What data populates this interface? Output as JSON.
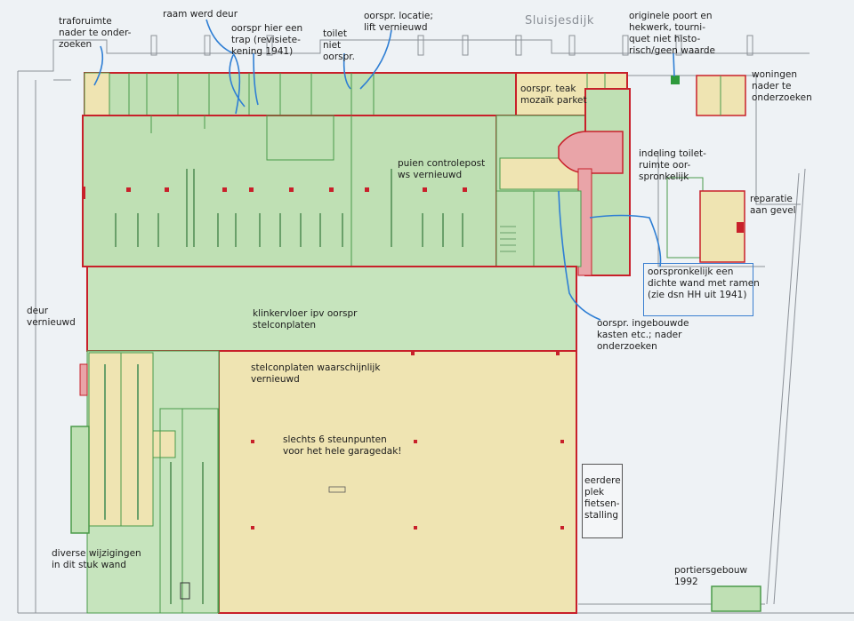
{
  "street_name": "Sluisjesdijk",
  "annotations": [
    {
      "id": "trafo",
      "text": "traforuimte\nnader te onder-\nzoeken"
    },
    {
      "id": "raam",
      "text": "raam werd deur"
    },
    {
      "id": "trap",
      "text": "oorspr hier een\ntrap (revisiete-\nkening 1941)"
    },
    {
      "id": "toilet",
      "text": "toilet\nniet\noorspr."
    },
    {
      "id": "lift",
      "text": "oorspr. locatie;\nlift vernieuwd"
    },
    {
      "id": "poort",
      "text": "originele poort en\nhekwerk, tourni-\nquet niet histo-\nrisch/geen waarde"
    },
    {
      "id": "woningen",
      "text": "woningen\nnader te\nonderzoeken"
    },
    {
      "id": "teak",
      "text": "oorspr. teak\nmozaïk parket"
    },
    {
      "id": "toiletruimte",
      "text": "indeling toilet-\nruimte oor-\nspronkelijk"
    },
    {
      "id": "puien",
      "text": "puien controlepost\nws vernieuwd"
    },
    {
      "id": "gevel",
      "text": "reparatie\naan gevel"
    },
    {
      "id": "wand",
      "text": "oorspronkelijk een\ndichte wand met ramen\n(zie dsn HH uit 1941)"
    },
    {
      "id": "deur",
      "text": "deur\nvernieuwd"
    },
    {
      "id": "klinker",
      "text": "klinkervloer ipv oorspr\nstelconplaten"
    },
    {
      "id": "kasten",
      "text": "oorspr. ingebouwde\nkasten etc.; nader\nonderzoeken"
    },
    {
      "id": "stelcon",
      "text": "stelconplaten waarschijnlijk\nvernieuwd"
    },
    {
      "id": "steunpunten",
      "text": "slechts 6 steunpunten\nvoor het hele garagedak!"
    },
    {
      "id": "fiets",
      "text": "eerdere\nplek\nfietsen-\nstalling"
    },
    {
      "id": "wijzigingen",
      "text": "diverse wijzigingen\nin dit stuk wand"
    },
    {
      "id": "portier",
      "text": "portiersgebouw\n1992"
    }
  ],
  "colors": {
    "green_zone": "#bfe0b4",
    "yellow_zone": "#efe4b2",
    "red_zone": "#e9a4a8",
    "wall_red": "#c8202a",
    "wall_green": "#4a9a4a",
    "leader_blue": "#2f7fd4"
  }
}
